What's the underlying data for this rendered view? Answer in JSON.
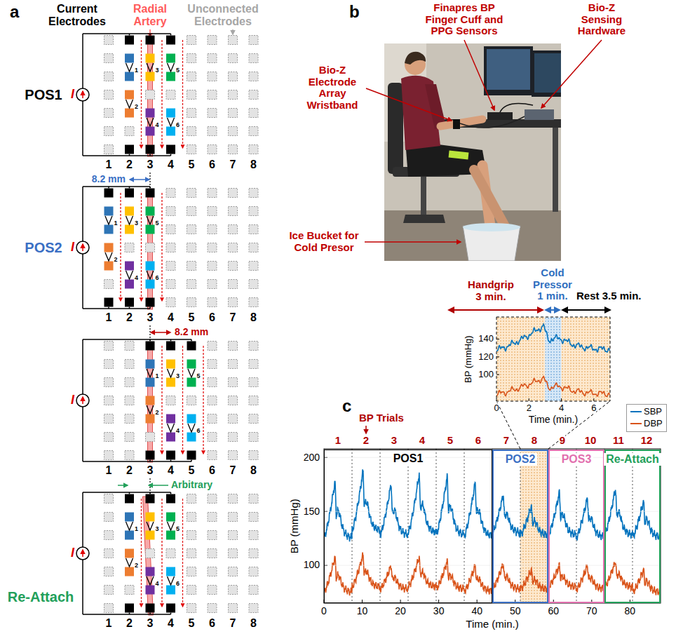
{
  "diagram": {
    "nodes": [
      {
        "text": [
          "POS1"
        ]
      },
      {
        "text": [
          "POS2"
        ]
      },
      {
        "text": [
          "POS3"
        ]
      },
      {
        "text": [
          "Re-Attach"
        ]
      }
    ],
    "labels": [
      "a",
      "Current Electrodes",
      "Radial Artery",
      "Unconnected Electrodes",
      "POS1",
      "I",
      "1",
      "2",
      "3",
      "4",
      "5",
      "6",
      "1",
      "2",
      "3",
      "4",
      "5",
      "6",
      "7",
      "8",
      "8.2 mm",
      "POS2",
      "I",
      "1",
      "2",
      "3",
      "4",
      "5",
      "6",
      "1",
      "2",
      "3",
      "4",
      "5",
      "6",
      "7",
      "8",
      "8.2 mm",
      "I",
      "1",
      "2",
      "3",
      "4",
      "5",
      "6",
      "1",
      "2",
      "3",
      "4",
      "5",
      "6",
      "7",
      "8",
      "Arbitrary",
      "Re-Attach",
      "I",
      "1",
      "2",
      "3",
      "4",
      "5",
      "6",
      "1",
      "2",
      "3",
      "4",
      "5",
      "6",
      "7",
      "8",
      "b",
      "Finapres BP Finger Cuff and PPG Sensors",
      "Bio-Z Sensing Hardware",
      "Bio-Z Electrode Array Wristband",
      "Ice Bucket for Cold Presor",
      "c",
      "BP Trials",
      "1",
      "2",
      "3",
      "4",
      "5",
      "6",
      "7",
      "8",
      "9",
      "10",
      "11",
      "12",
      "200",
      "150",
      "100",
      "0",
      "10",
      "20",
      "30",
      "40",
      "50",
      "60",
      "70",
      "80",
      "Time (min.)",
      "BP (mmHg)",
      "Handgrip 3 min.",
      "Cold Pressor 1 min.",
      "Rest 3.5 min.",
      "140",
      "120",
      "100",
      "0",
      "2",
      "4",
      "6",
      "Time (min.)",
      "BP (mmHg)"
    ],
    "legend": [
      {
        "text": "SBP"
      },
      {
        "text": "DBP"
      }
    ]
  }
}
